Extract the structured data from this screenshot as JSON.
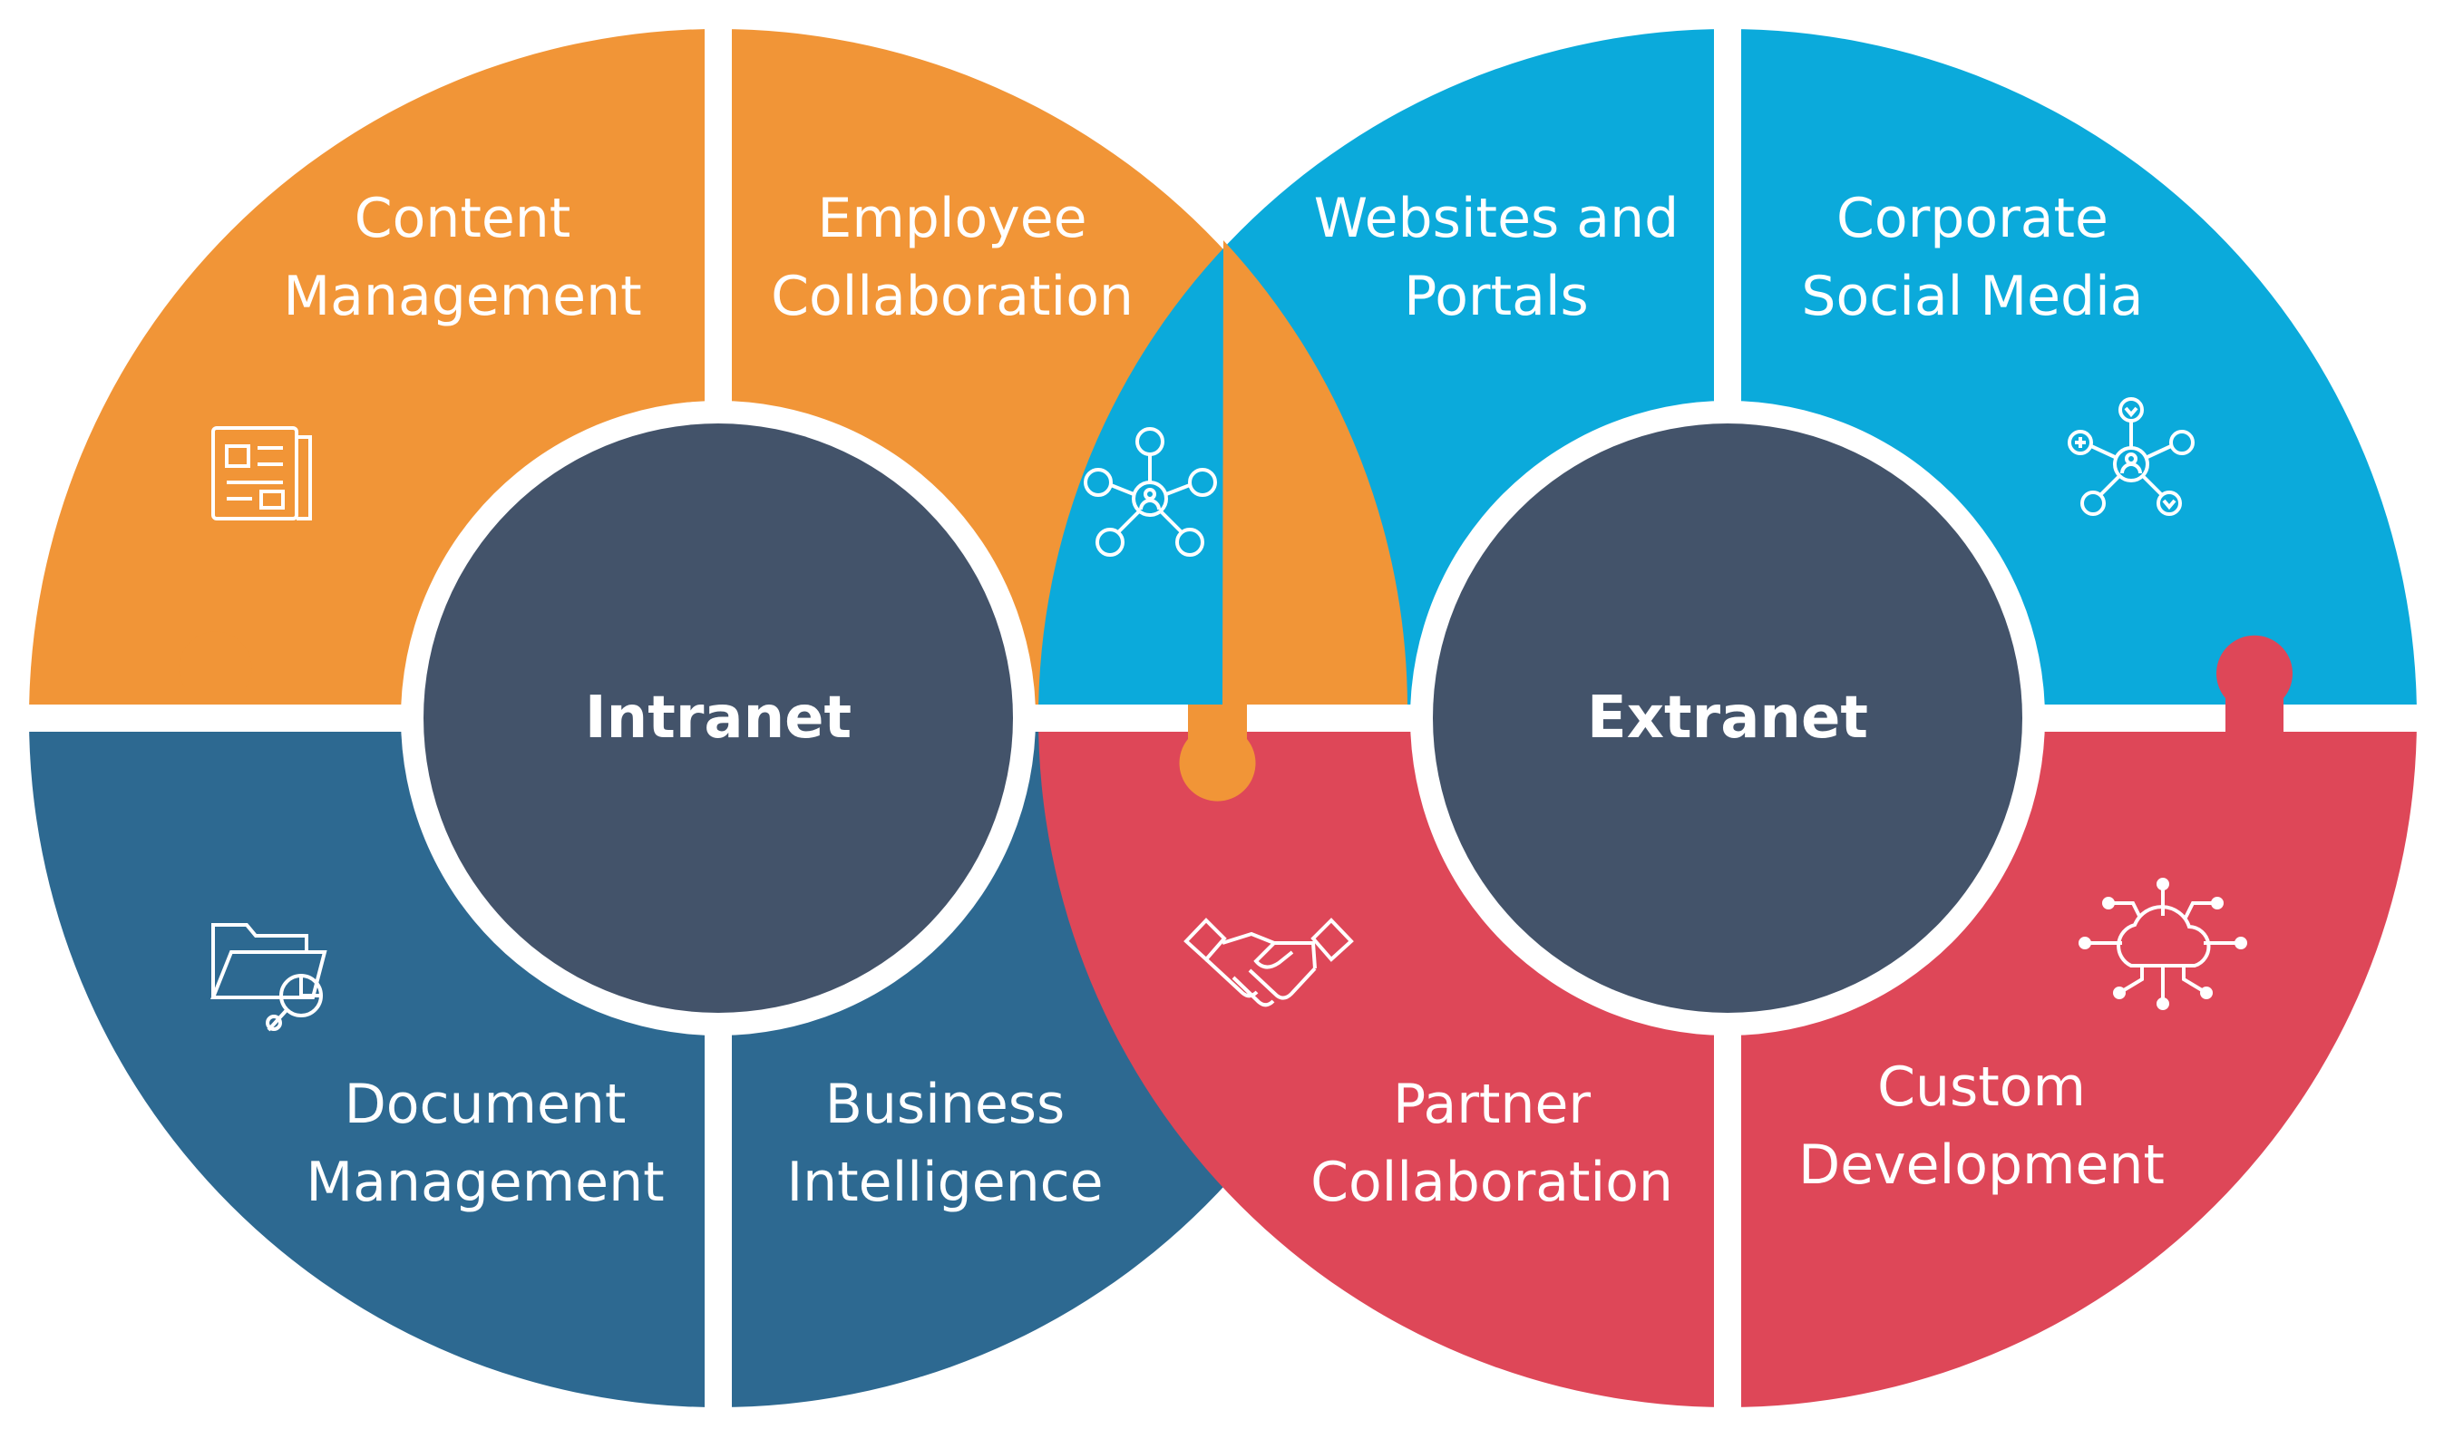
{
  "colors": {
    "orange": "#F19537",
    "blue_dark": "#2D6991",
    "cyan": "#0BAADB",
    "red": "#DE4758",
    "hub": "#43536A",
    "gap": "#ffffff"
  },
  "hubs": {
    "intranet": "Intranet",
    "extranet": "Extranet"
  },
  "segments": {
    "content_management": {
      "line1": "Content",
      "line2": "Management",
      "icon": "newspaper-icon"
    },
    "employee_collaboration": {
      "line1": "Employee",
      "line2": "Collaboration",
      "icon": "network-icon"
    },
    "document_management": {
      "line1": "Document",
      "line2": "Management",
      "icon": "folder-search-icon"
    },
    "business_intelligence": {
      "line1": "Business",
      "line2": "Intelligence",
      "icon": ""
    },
    "websites_portals": {
      "line1": "Websites and",
      "line2": "Portals",
      "icon": ""
    },
    "corporate_social_media": {
      "line1": "Corporate",
      "line2": "Social Media",
      "icon": "social-network-icon"
    },
    "partner_collaboration": {
      "line1": "Partner",
      "line2": "Collaboration",
      "icon": "handshake-icon"
    },
    "custom_development": {
      "line1": "Custom",
      "line2": "Development",
      "icon": "cloud-circuit-icon"
    }
  }
}
